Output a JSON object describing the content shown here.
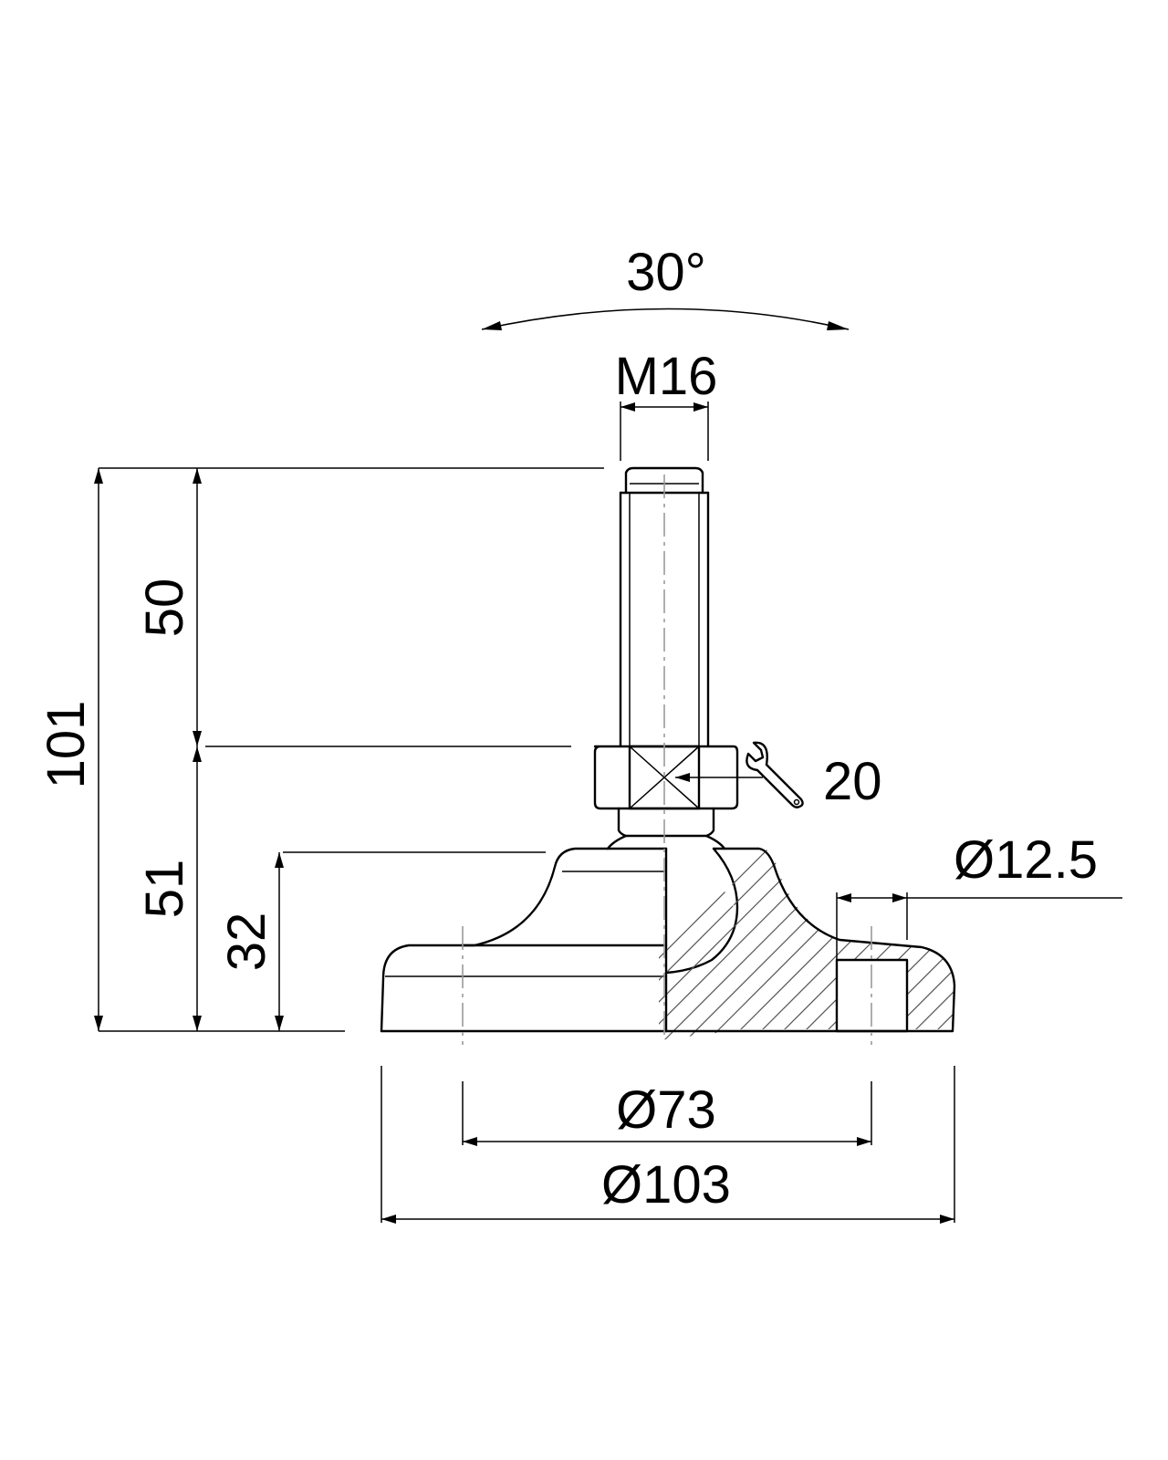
{
  "dimensions": {
    "angle": "30°",
    "thread": "M16",
    "total_height": "101",
    "stud_length": "50",
    "base_height": "51",
    "foot_height": "32",
    "wrench_size": "20",
    "hole_diameter": "Ø12.5",
    "bolt_circle": "Ø73",
    "base_diameter": "Ø103"
  },
  "icons": {
    "wrench": "wrench-icon"
  },
  "colors": {
    "line": "#000000",
    "centerline": "#9a9a9a",
    "hatch": "#555555"
  }
}
